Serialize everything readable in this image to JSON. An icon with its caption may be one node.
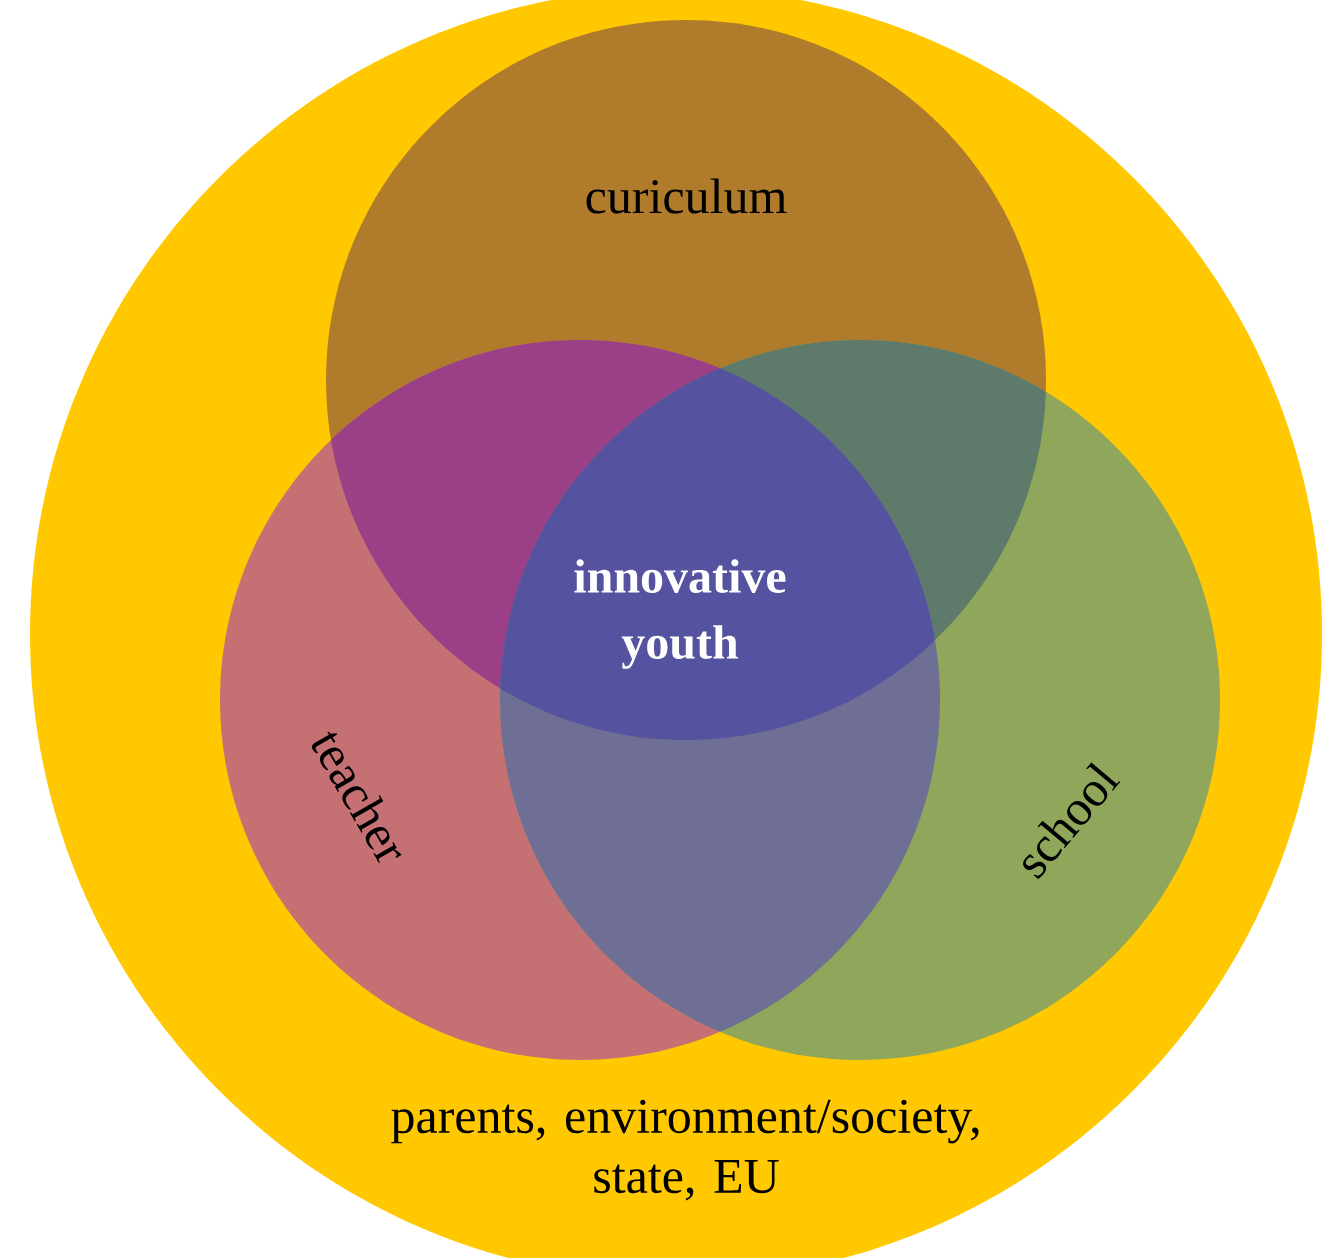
{
  "diagram": {
    "nodes": [
      {
        "text": [
          "parents, environment/society, state, EU"
        ]
      },
      {
        "text": [
          "curiculum"
        ],
        "in": 0
      },
      {
        "text": [
          "teacher"
        ],
        "in": 0
      },
      {
        "text": [
          "school"
        ],
        "in": 0
      }
    ],
    "labels": [
      "innovative youth"
    ]
  }
}
